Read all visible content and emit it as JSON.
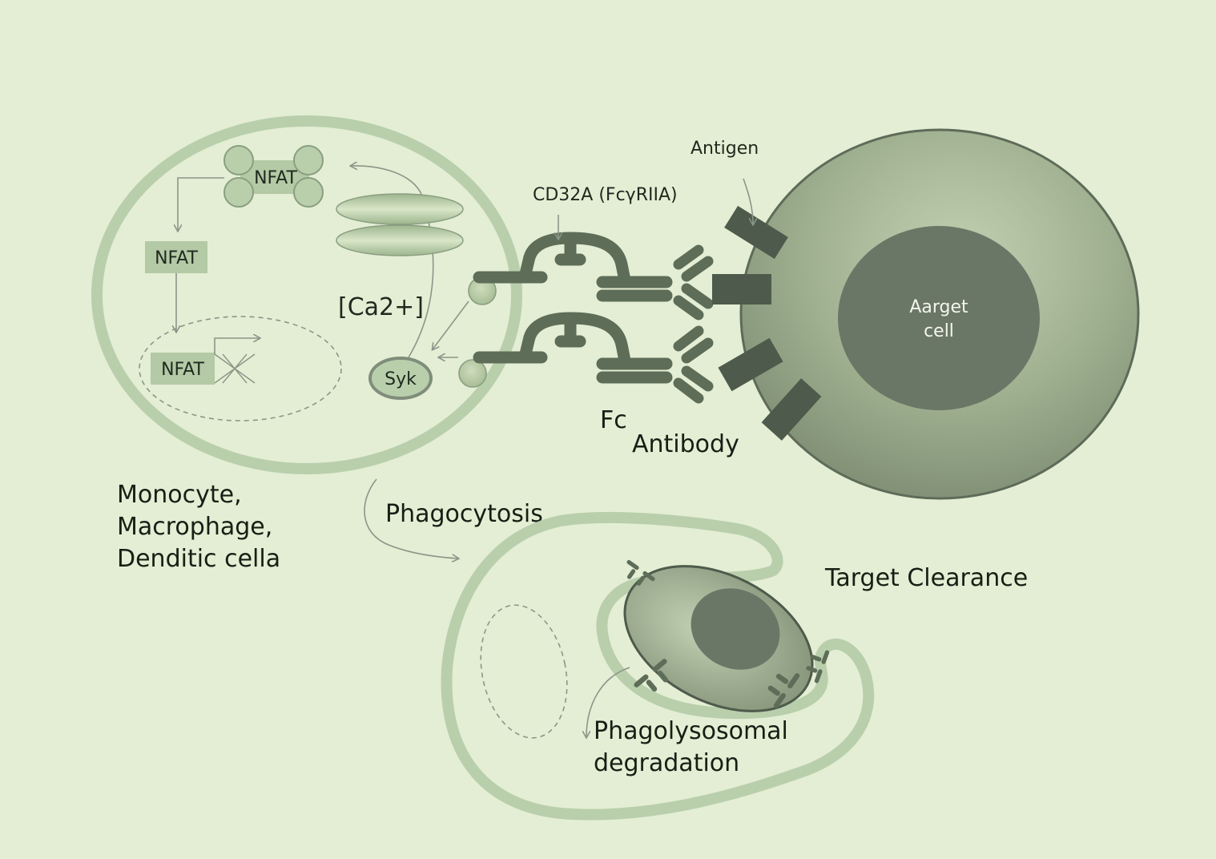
{
  "labels": {
    "nfat_complex": "NFAT",
    "nfat_cytoplasm": "NFAT",
    "nfat_nucleus": "NFAT",
    "calcium": "[Ca2+]",
    "syk": "Syk",
    "cd32a": "CD32A (FcγRIIA)",
    "antigen": "Antigen",
    "target_cell_line1": "Aarget",
    "target_cell_line2": "cell",
    "fc": "Fc",
    "antibody": "Antibody",
    "cell_type_line1": "Monocyte,",
    "cell_type_line2": "Macrophage,",
    "cell_type_line3": "Denditic cella",
    "phagocytosis": "Phagocytosis",
    "target_clearance": "Target Clearance",
    "phagolysosomal_line1": "Phagolysosomal",
    "phagolysosomal_line2": "degradation"
  },
  "colors": {
    "background": "#e4eed4",
    "membrane": "#b9cfac",
    "receptor": "#5e6d58",
    "antigen": "#4e5a4b",
    "nucleus": "#6b7766",
    "arrow": "#8a9688"
  }
}
